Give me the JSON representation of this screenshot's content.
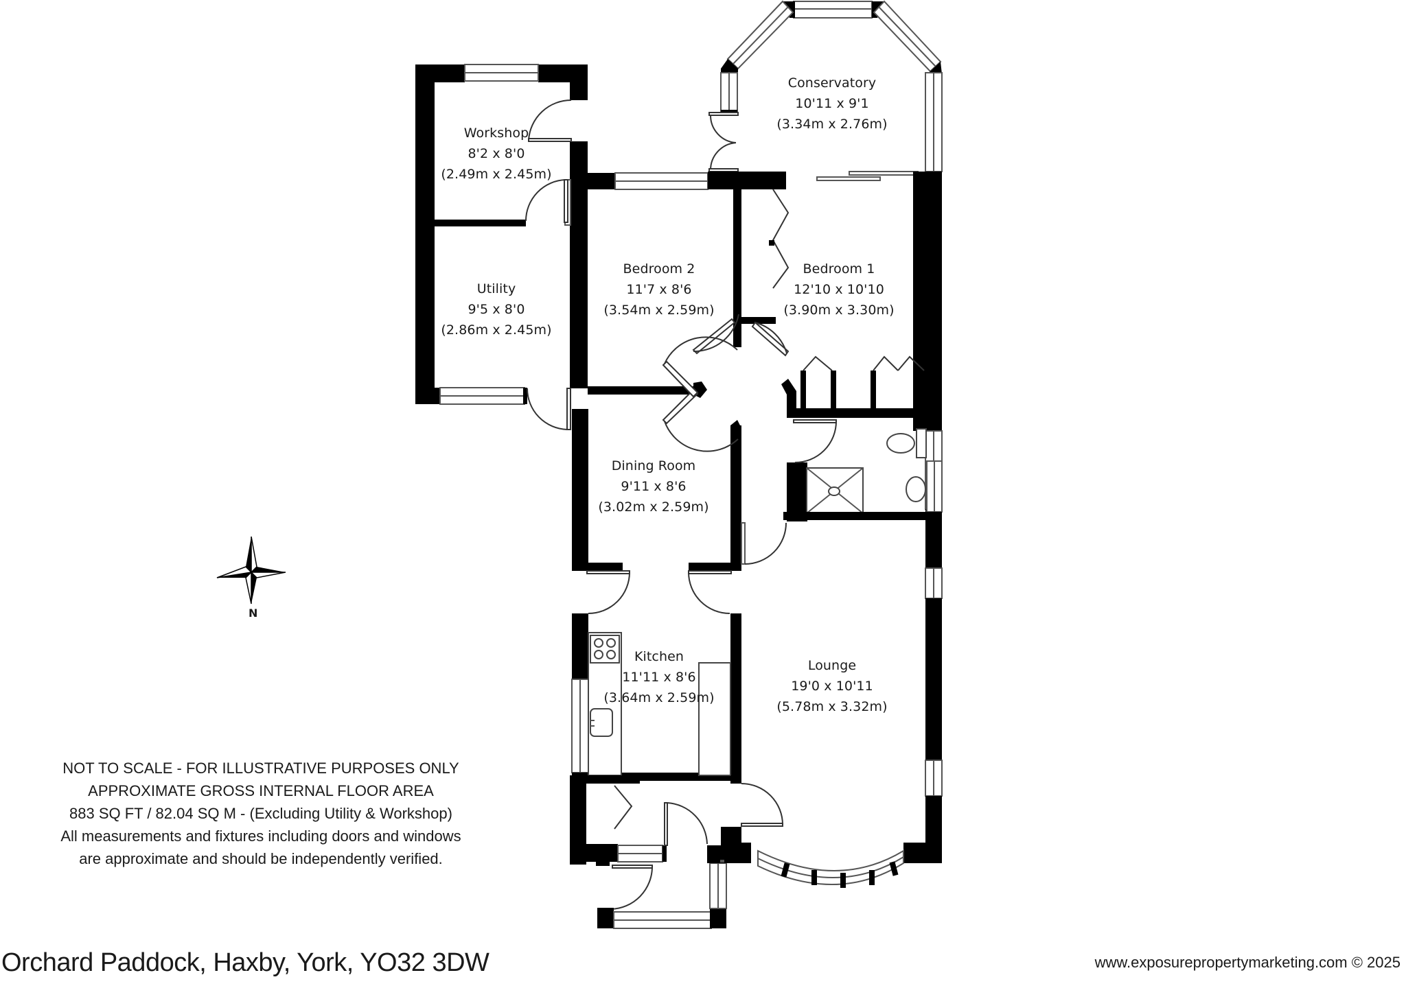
{
  "rooms": {
    "conservatory": {
      "name": "Conservatory",
      "imperial": "10'11 x 9'1",
      "metric": "(3.34m x 2.76m)"
    },
    "workshop": {
      "name": "Workshop",
      "imperial": "8'2 x 8'0",
      "metric": "(2.49m x 2.45m)"
    },
    "utility": {
      "name": "Utility",
      "imperial": "9'5 x 8'0",
      "metric": "(2.86m x 2.45m)"
    },
    "bedroom2": {
      "name": "Bedroom 2",
      "imperial": "11'7 x 8'6",
      "metric": "(3.54m x 2.59m)"
    },
    "bedroom1": {
      "name": "Bedroom 1",
      "imperial": "12'10 x 10'10",
      "metric": "(3.90m x 3.30m)"
    },
    "dining": {
      "name": "Dining Room",
      "imperial": "9'11 x 8'6",
      "metric": "(3.02m x 2.59m)"
    },
    "kitchen": {
      "name": "Kitchen",
      "imperial": "11'11 x 8'6",
      "metric": "(3.64m x 2.59m)"
    },
    "lounge": {
      "name": "Lounge",
      "imperial": "19'0 x 10'11",
      "metric": "(5.78m x 3.32m)"
    }
  },
  "compass": {
    "label": "N",
    "icon": "compass-rose-icon"
  },
  "disclaimer": {
    "line1": "NOT TO SCALE - FOR ILLUSTRATIVE PURPOSES ONLY",
    "line2": "APPROXIMATE GROSS INTERNAL FLOOR AREA",
    "line3": "883 SQ FT / 82.04 SQ M - (Excluding Utility & Workshop)",
    "line4": "All measurements and fixtures including doors and windows",
    "line5": "are approximate and should be independently verified."
  },
  "footer": {
    "address": "Orchard Paddock, Haxby, York, YO32 3DW",
    "copyright": "www.exposurepropertymarketing.com © 2025"
  },
  "colors": {
    "walls": "#000000",
    "background": "#ffffff",
    "text": "#1a1a1a"
  }
}
